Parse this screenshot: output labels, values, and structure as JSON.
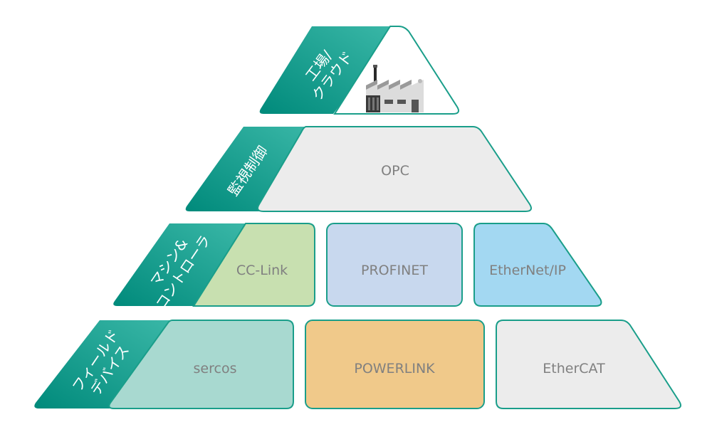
{
  "colors": {
    "teal_dark": "#008a7b",
    "teal_light": "#33b3a3",
    "border": "#1a9e8a",
    "opc_fill": "#ececec",
    "cclink_fill": "#c8e0b0",
    "profinet_fill": "#c8d8ee",
    "ethernetip_fill": "#a3d8f2",
    "sercos_fill": "#a8d9d0",
    "powerlink_fill": "#f0c98a",
    "ethercat_fill": "#ececec",
    "label_text": "#808080"
  },
  "tiers": [
    {
      "side_label": [
        "工場/",
        "クラウド"
      ],
      "boxes": [
        {
          "icon": "factory-icon"
        }
      ]
    },
    {
      "side_label": [
        "監視制御"
      ],
      "boxes": [
        {
          "label": "OPC"
        }
      ]
    },
    {
      "side_label": [
        "マシン&",
        "コントローラ"
      ],
      "boxes": [
        {
          "label": "CC-Link"
        },
        {
          "label": "PROFINET"
        },
        {
          "label": "EtherNet/IP"
        }
      ]
    },
    {
      "side_label": [
        "フィールド",
        "デバイス"
      ],
      "boxes": [
        {
          "label": "sercos"
        },
        {
          "label": "POWERLINK"
        },
        {
          "label": "EtherCAT"
        }
      ]
    }
  ]
}
